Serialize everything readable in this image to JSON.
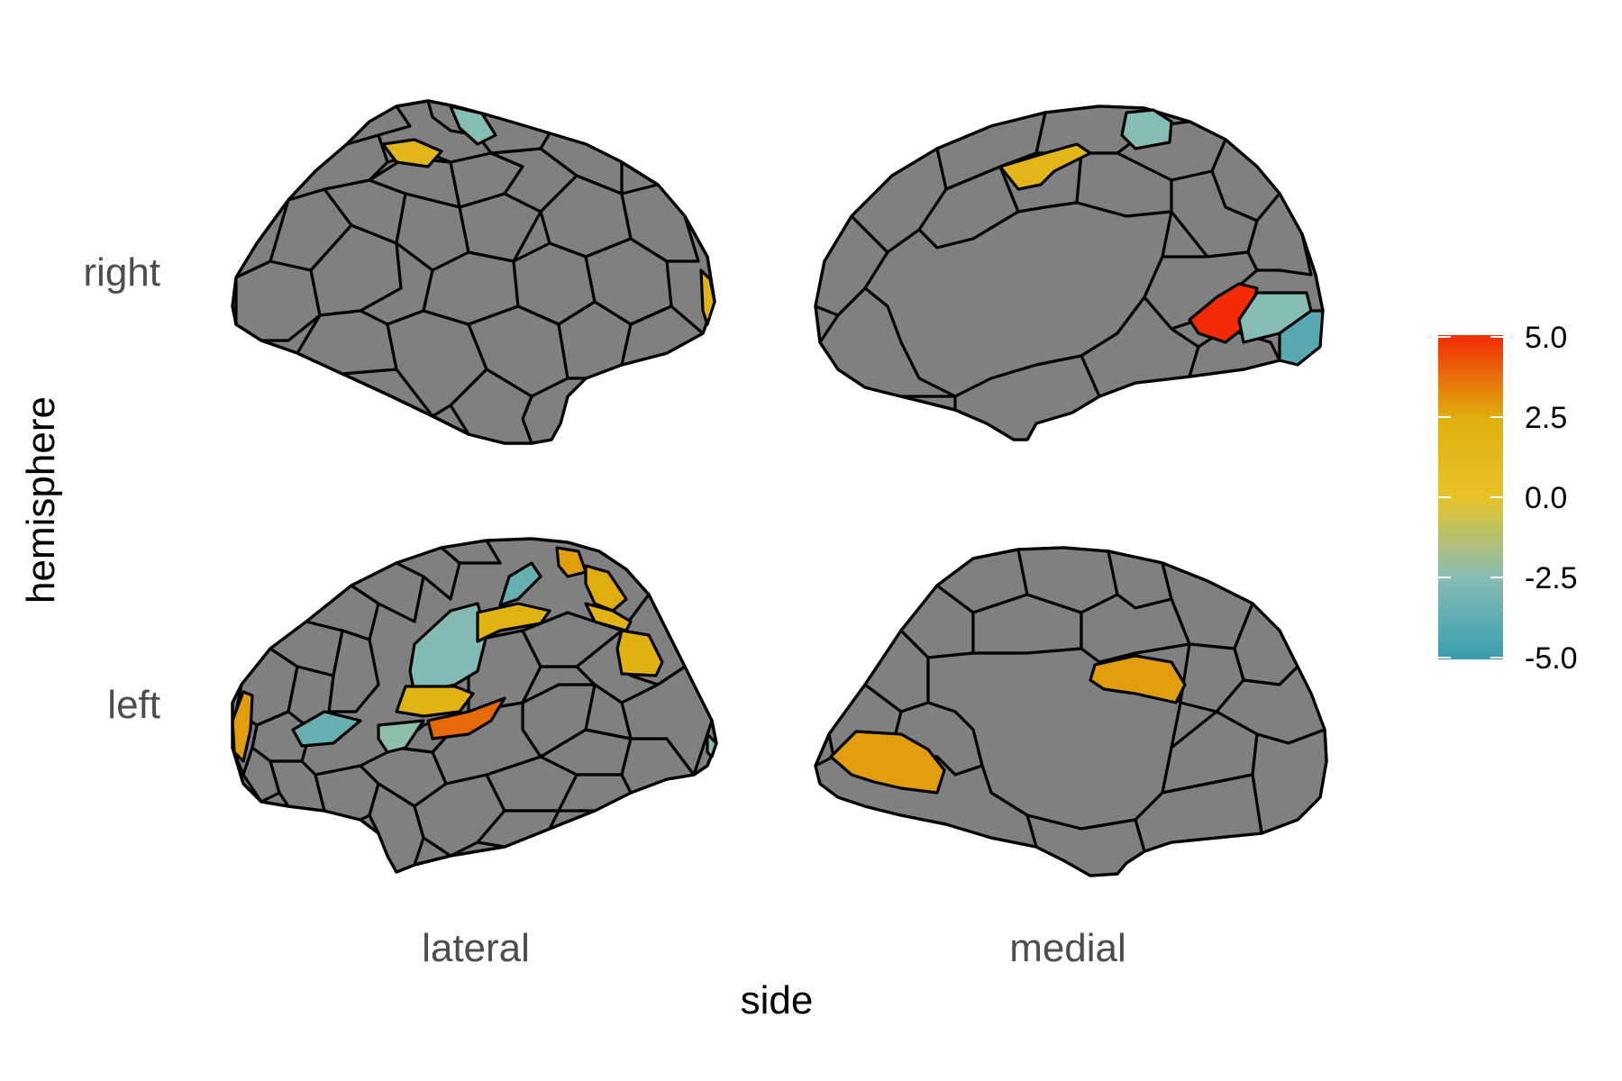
{
  "chart_data": {
    "type": "heatmap",
    "xlabel": "side",
    "ylabel": "hemisphere",
    "columns": [
      "lateral",
      "medial"
    ],
    "rows": [
      "right",
      "left"
    ],
    "na_color": "#808080",
    "colorbar": {
      "min": -5.0,
      "max": 5.0,
      "ticks": [
        "5.0",
        "2.5",
        "0.0",
        "-2.5",
        "-5.0"
      ],
      "stops": [
        {
          "value": 5.0,
          "color": "#f22a05"
        },
        {
          "value": 3.8,
          "color": "#e8690a"
        },
        {
          "value": 2.5,
          "color": "#e0ad0e"
        },
        {
          "value": 0.0,
          "color": "#e6c428"
        },
        {
          "value": -2.5,
          "color": "#86bcb4"
        },
        {
          "value": -5.0,
          "color": "#3a9cb0"
        }
      ]
    },
    "panels": [
      {
        "hemisphere": "right",
        "side": "lateral",
        "highlighted": [
          {
            "id": "r-lat-a",
            "value": 1.5
          },
          {
            "id": "r-lat-b",
            "value": -2.5
          },
          {
            "id": "r-lat-c",
            "value": 1.8
          }
        ]
      },
      {
        "hemisphere": "right",
        "side": "medial",
        "highlighted": [
          {
            "id": "r-med-a",
            "value": 1.5
          },
          {
            "id": "r-med-b",
            "value": -2.5
          },
          {
            "id": "r-med-c",
            "value": 5.0
          },
          {
            "id": "r-med-d",
            "value": -2.5
          },
          {
            "id": "r-med-e",
            "value": -4.0
          }
        ]
      },
      {
        "hemisphere": "left",
        "side": "lateral",
        "highlighted": [
          {
            "id": "l-lat-a",
            "value": 2.8
          },
          {
            "id": "l-lat-b",
            "value": 2.5
          },
          {
            "id": "l-lat-c",
            "value": -3.5
          },
          {
            "id": "l-lat-d",
            "value": -2.6
          },
          {
            "id": "l-lat-e",
            "value": 2.0
          },
          {
            "id": "l-lat-f",
            "value": 1.8
          },
          {
            "id": "l-lat-g",
            "value": 2.2
          },
          {
            "id": "l-lat-h",
            "value": 1.8
          },
          {
            "id": "l-lat-i",
            "value": 3.8
          },
          {
            "id": "l-lat-j",
            "value": -3.5
          },
          {
            "id": "l-lat-k",
            "value": -2.3
          },
          {
            "id": "l-lat-l",
            "value": 2.8
          },
          {
            "id": "l-lat-m",
            "value": -2.5
          }
        ]
      },
      {
        "hemisphere": "left",
        "side": "medial",
        "highlighted": [
          {
            "id": "l-med-a",
            "value": 2.8
          },
          {
            "id": "l-med-b",
            "value": 2.8
          }
        ]
      }
    ]
  }
}
